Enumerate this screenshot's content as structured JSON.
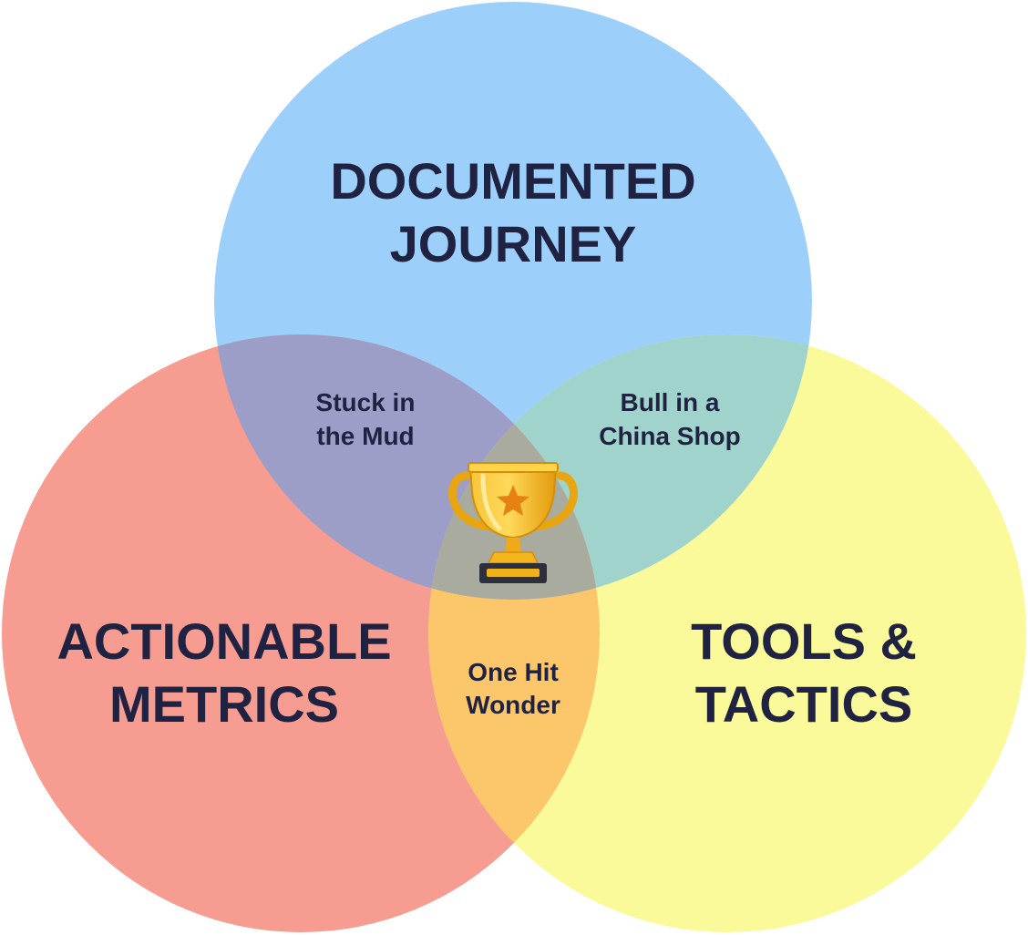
{
  "sets": {
    "documented_journey": {
      "line1": "DOCUMENTED",
      "line2": "JOURNEY",
      "color": "#9dcffb"
    },
    "actionable_metrics": {
      "line1": "ACTIONABLE",
      "line2": "METRICS",
      "color": "#f79c91"
    },
    "tools_tactics": {
      "line1": "TOOLS &",
      "line2": "TACTICS",
      "color": "#fbfa9a"
    }
  },
  "intersections": {
    "journey_metrics": {
      "line1": "Stuck in",
      "line2": "the Mud",
      "color": "#9d9ec8"
    },
    "journey_tactics": {
      "line1": "Bull in a",
      "line2": "China Shop",
      "color": "#9fd3cc"
    },
    "metrics_tactics": {
      "line1": "One Hit",
      "line2": "Wonder",
      "color": "#fcc76a"
    }
  },
  "center": {
    "icon": "trophy-icon",
    "color": "#f5b21c"
  },
  "text_color": "#1f2240"
}
